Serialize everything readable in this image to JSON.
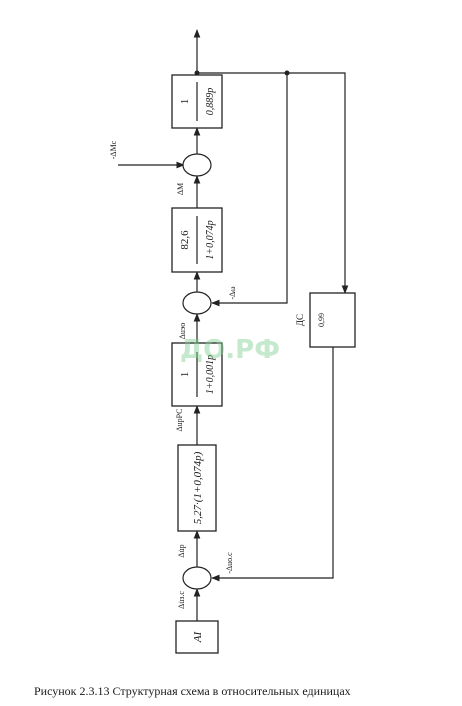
{
  "caption": "Рисунок 2.3.13 Структурная схема в относительных единицах",
  "watermark": "ДО.РФ",
  "blocks": {
    "ai": "AI",
    "reg_k": "5,27·(1+0,074p)",
    "tf1_num": "1",
    "tf1_den": "1+0,001p",
    "tf2_num": "82,6",
    "tf2_den": "1+0,074p",
    "tf3_num": "1",
    "tf3_den": "0,889p",
    "ds_label": "ДС",
    "ds_value": "0,99"
  },
  "signals": {
    "in_zad": "Δu̇з.с",
    "err": "Δu̇р",
    "reg_out": "ΔuрРС",
    "sum2_in": "Δuэо",
    "fb_omega": "-Δω",
    "sum3_in": "ΔM",
    "load": "-ΔMс",
    "fb_ds": "-Δuо.с"
  }
}
